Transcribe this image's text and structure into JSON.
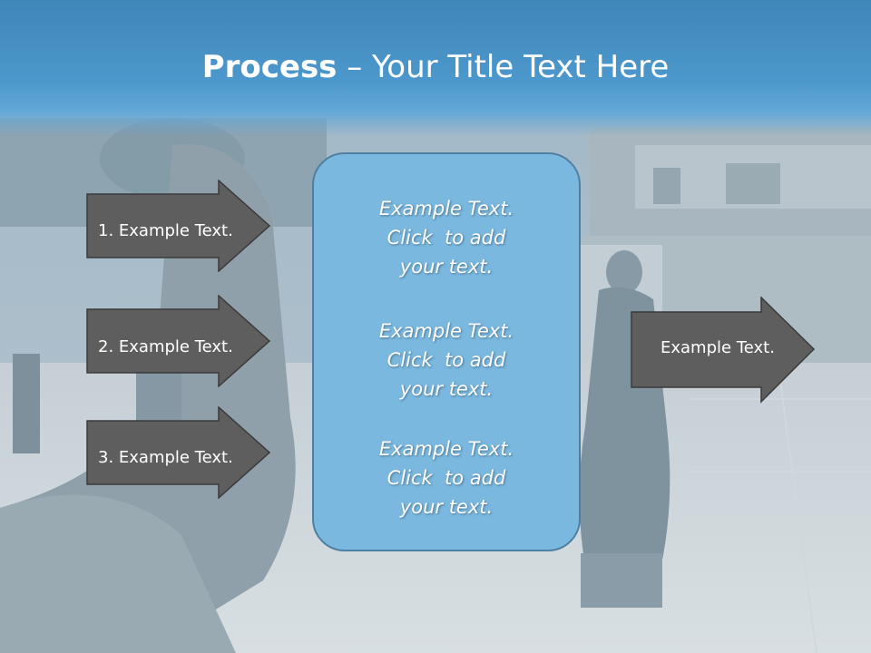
{
  "slide": {
    "title_bold": "Process",
    "title_rest": " – Your Title Text Here",
    "left_arrows": [
      {
        "label": "1. Example Text."
      },
      {
        "label": "2. Example Text."
      },
      {
        "label": "3. Example Text."
      }
    ],
    "center_blocks": [
      {
        "lines": [
          "Example Text.",
          "Click  to add",
          "your text."
        ]
      },
      {
        "lines": [
          "Example Text.",
          "Click  to add",
          "your text."
        ]
      },
      {
        "lines": [
          "Example Text.",
          "Click  to add",
          "your text."
        ]
      }
    ],
    "right_arrow": {
      "label": "Example Text."
    }
  },
  "colors": {
    "header": "#4c98cc",
    "arrow_fill": "#5e5e5e",
    "box_fill": "#7ab8df",
    "text": "#ffffff"
  }
}
